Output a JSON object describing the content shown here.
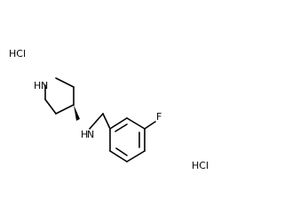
{
  "structure": {
    "atoms": {
      "ring_nh": "N",
      "ring_h": "H",
      "amine_h": "H",
      "amine_n": "N",
      "fluorine": "F"
    },
    "salts": [
      "HCl",
      "HCl"
    ]
  }
}
